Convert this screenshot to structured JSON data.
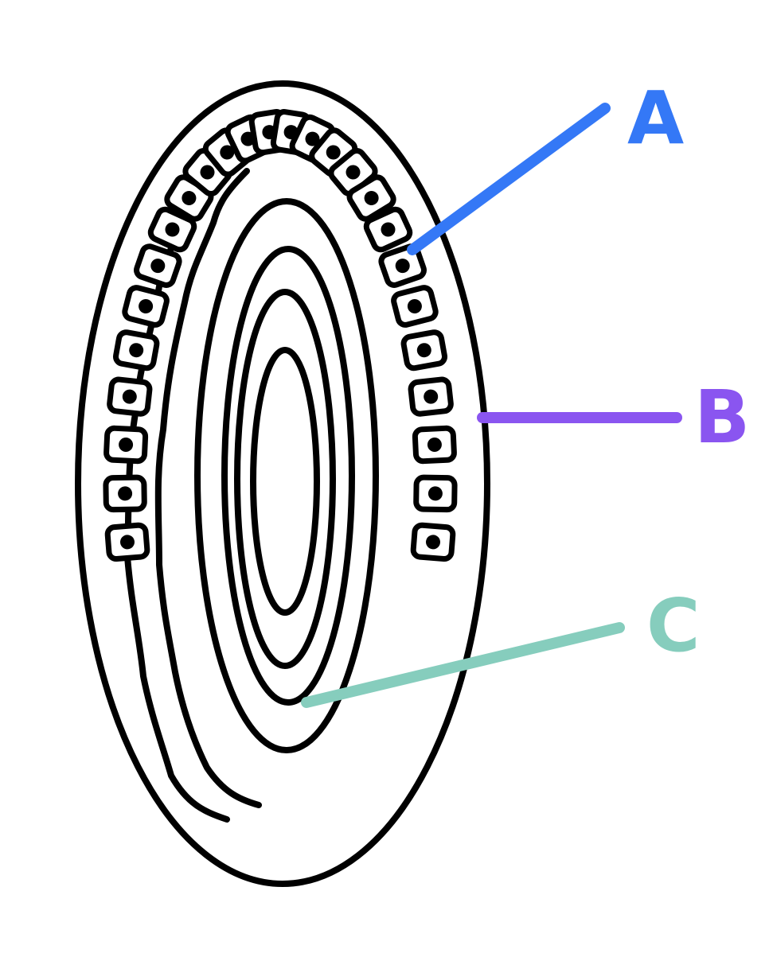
{
  "diagram": {
    "labels": [
      {
        "id": "A",
        "text": "A",
        "color": "#3478F6"
      },
      {
        "id": "B",
        "text": "B",
        "color": "#8A55F0"
      },
      {
        "id": "C",
        "text": "C",
        "color": "#86CDBD"
      }
    ],
    "outline_color": "#000000",
    "cell_count_per_side": 26
  }
}
